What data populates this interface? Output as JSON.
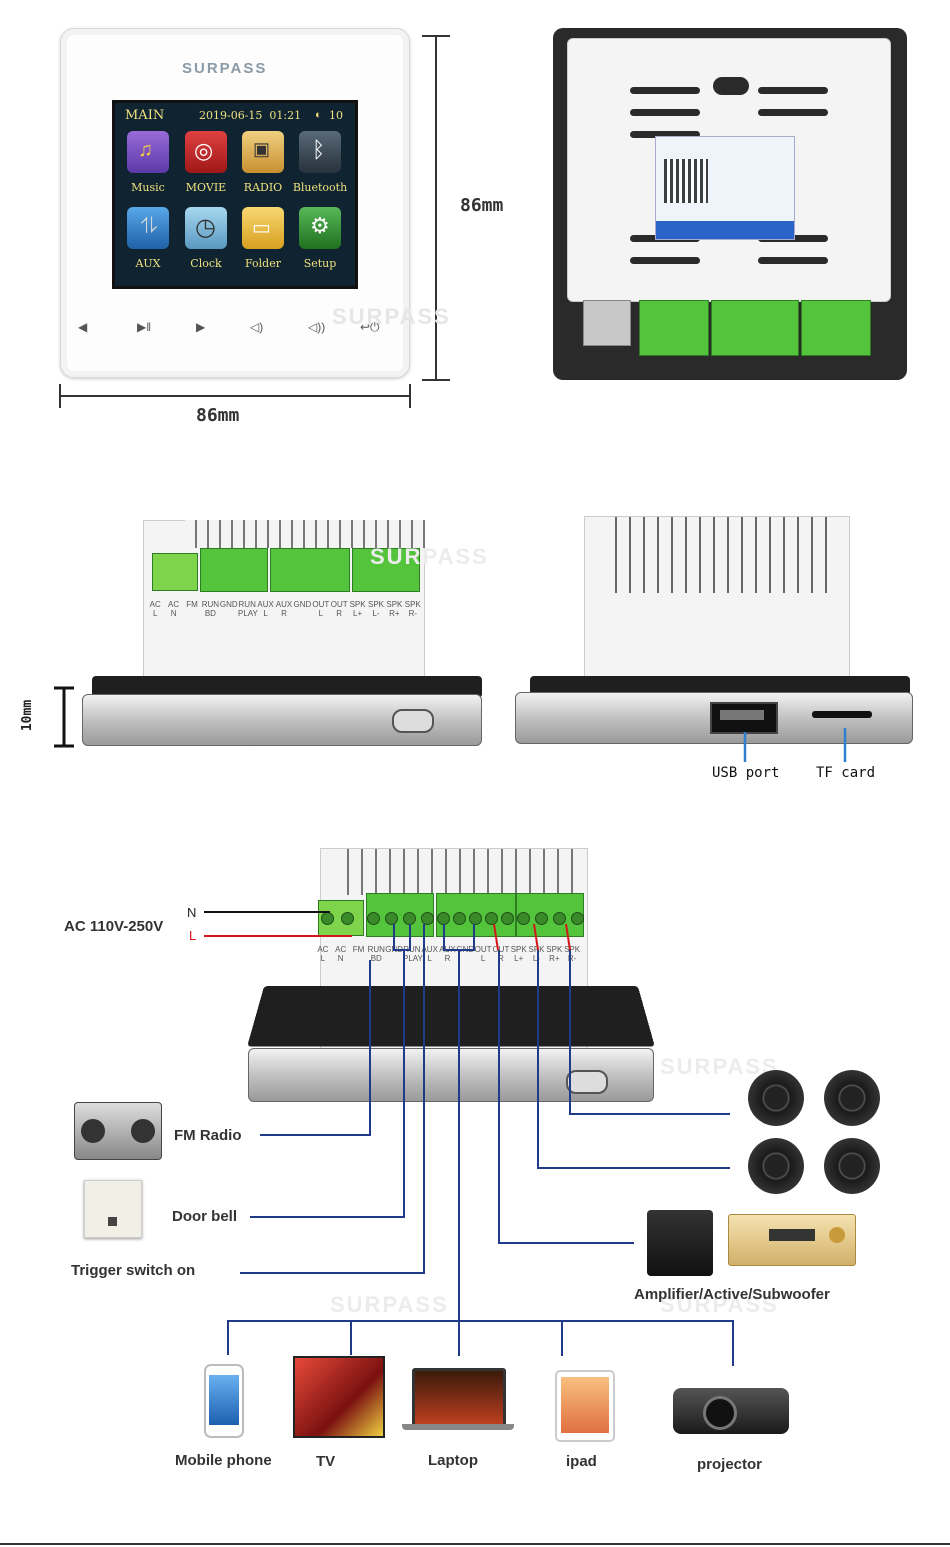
{
  "dimensions": {
    "width_label": "86mm",
    "height_label": "86mm",
    "depth_label": "10mm"
  },
  "front_panel": {
    "brand": "SURPASS",
    "screen": {
      "title": "MAIN",
      "datetime": "2019-06-15  01:21",
      "volume": "10",
      "apps": [
        "Music",
        "MOVIE",
        "RADIO",
        "Bluetooth",
        "AUX",
        "Clock",
        "Folder",
        "Setup"
      ]
    },
    "buttons": [
      "prev-icon",
      "play-pause-icon",
      "next-icon",
      "volume-down-icon",
      "volume-up-icon",
      "back-power-icon"
    ]
  },
  "watermark": "SURPASS",
  "terminal_labels": [
    [
      "AC",
      "L"
    ],
    [
      "AC",
      "N"
    ],
    [
      "FM",
      ""
    ],
    [
      "RUN",
      "BD"
    ],
    [
      "GND",
      ""
    ],
    [
      "RUN",
      "PLAY"
    ],
    [
      "AUX",
      "L"
    ],
    [
      "AUX",
      "R"
    ],
    [
      "GND",
      ""
    ],
    [
      "OUT",
      "L"
    ],
    [
      "OUT",
      "R"
    ],
    [
      "SPK",
      "L+"
    ],
    [
      "SPK",
      "L-"
    ],
    [
      "SPK",
      "R+"
    ],
    [
      "SPK",
      "R-"
    ]
  ],
  "side_ports": {
    "usb": "USB port",
    "tf": "TF card"
  },
  "wiring": {
    "power": {
      "label": "AC 110V-250V",
      "n": "N",
      "l": "L"
    },
    "left_devices": [
      "FM Radio",
      "Door bell",
      "Trigger switch on"
    ],
    "right_devices": [
      "Amplifier/Active/Subwoofer"
    ],
    "bottom_devices": [
      "Mobile phone",
      "TV",
      "Laptop",
      "ipad",
      "projector"
    ]
  },
  "colors": {
    "wire_blue": "#1f3b8a",
    "wire_red": "#d01818",
    "terminal_green": "#55c43d"
  }
}
